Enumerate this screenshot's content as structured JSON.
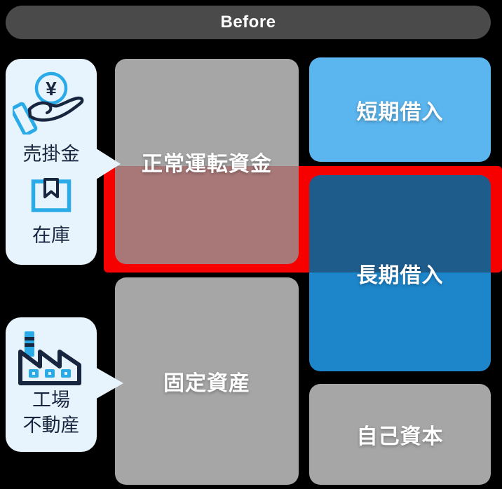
{
  "header": {
    "label": "Before",
    "bg": "#4a4a4a",
    "text_color": "#ffffff"
  },
  "columns": {
    "assets": [
      {
        "id": "normal-working-capital",
        "label": "正常運転資金",
        "color_top": "#a6a6a6",
        "color_bottom_highlighted": "#a87878"
      },
      {
        "id": "fixed-assets",
        "label": "固定資産",
        "color": "#a6a6a6"
      }
    ],
    "liabilities_equity": [
      {
        "id": "short-term-borrowing",
        "label": "短期借入",
        "color": "#5bb5ee"
      },
      {
        "id": "long-term-borrowing",
        "label": "長期借入",
        "color_top_highlighted": "#1e5c8c",
        "color_bottom": "#1d85c9"
      },
      {
        "id": "equity",
        "label": "自己資本",
        "color": "#a6a6a6"
      }
    ]
  },
  "highlight": {
    "id": "working-capital-shortfall",
    "color": "#f70000"
  },
  "callouts": [
    {
      "id": "receivables-inventory",
      "bg": "#e8f4fd",
      "text_color": "#17253f",
      "entries": [
        {
          "icon": "yen-hand-icon",
          "coin_symbol": "¥",
          "label": "売掛金"
        },
        {
          "icon": "inventory-box-icon",
          "label": "在庫"
        }
      ]
    },
    {
      "id": "factory-realestate",
      "bg": "#e8f4fd",
      "text_color": "#17253f",
      "entries": [
        {
          "icon": "factory-icon",
          "label_line1": "工場",
          "label_line2": "不動産"
        }
      ]
    }
  ],
  "icon_colors": {
    "cyan": "#2aabe8",
    "navy": "#17253f"
  }
}
